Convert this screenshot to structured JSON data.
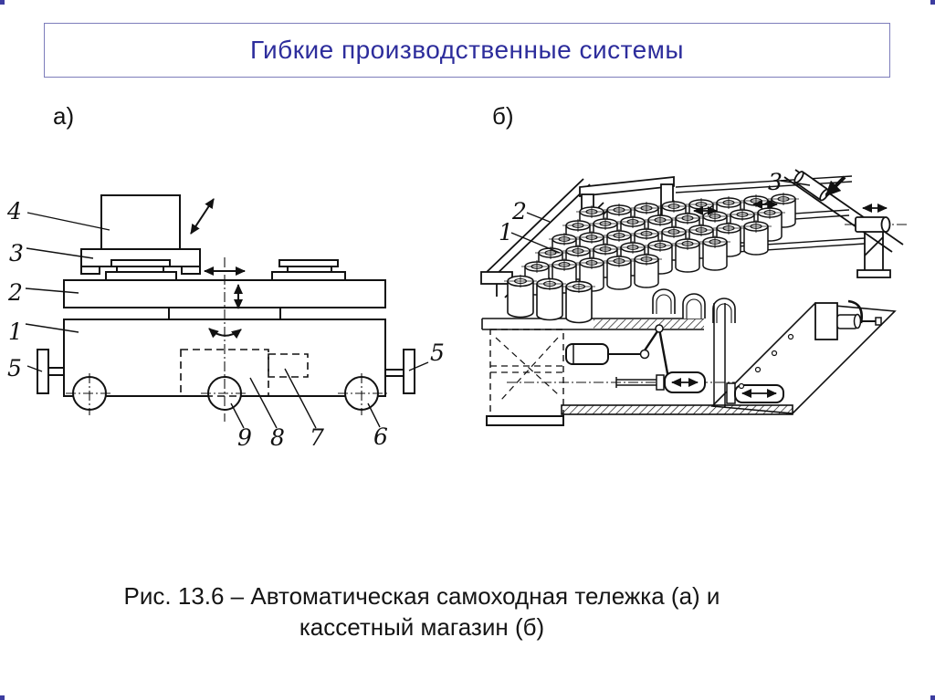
{
  "slide": {
    "title": "Гибкие производственные системы",
    "caption_line1": "Рис. 13.6 – Автоматическая самоходная тележка (а) и",
    "caption_line2": "кассетный магазин (б)"
  },
  "colors": {
    "title_text": "#2d2d9c",
    "title_border": "#7d7dbb",
    "drawing_line": "#111111",
    "corner_mark": "#3d3da0"
  },
  "diagram_a": {
    "label": "а)",
    "description": "automatic self-propelled trolley side view",
    "part_labels": [
      {
        "text": "4"
      },
      {
        "text": "3"
      },
      {
        "text": "2"
      },
      {
        "text": "1"
      },
      {
        "text": "5"
      },
      {
        "text": "5"
      },
      {
        "text": "9"
      },
      {
        "text": "8"
      },
      {
        "text": "7"
      },
      {
        "text": "6"
      }
    ]
  },
  "diagram_b": {
    "label": "б)",
    "description": "cassette magazine isometric view",
    "part_labels": [
      {
        "text": "1"
      },
      {
        "text": "2"
      },
      {
        "text": "3"
      }
    ]
  }
}
